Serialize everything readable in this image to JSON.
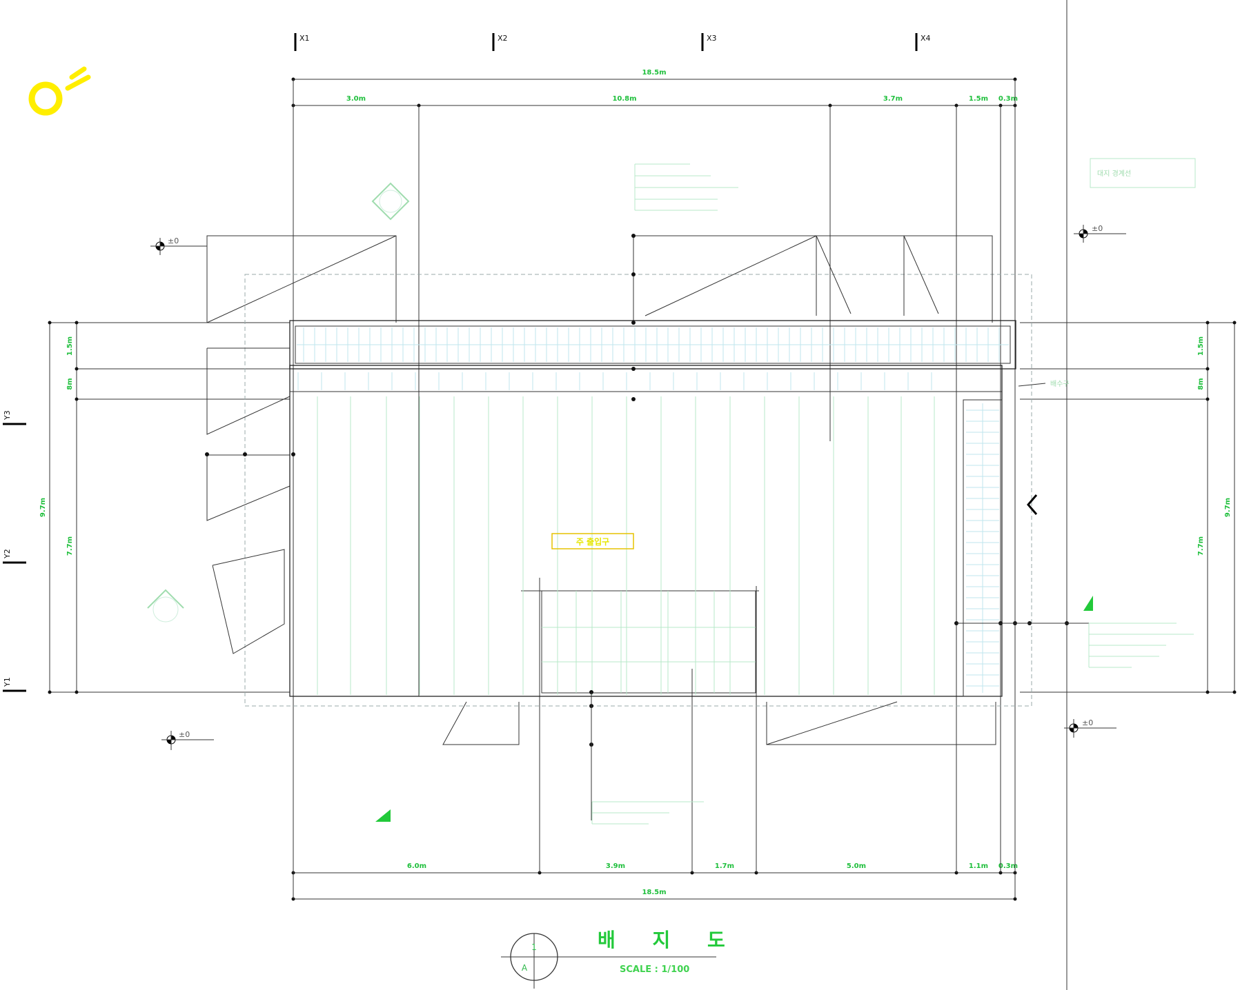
{
  "drawing": {
    "title": "배 지 도",
    "scale_label": "SCALE : 1/100",
    "detail_no": "1",
    "sheet_ref": "A"
  },
  "grid": {
    "x": [
      "X1",
      "X2",
      "X3",
      "X4"
    ],
    "y": [
      "Y1",
      "Y2",
      "Y3"
    ]
  },
  "levels": [
    "±0",
    "±0",
    "±0",
    "±0"
  ],
  "dimensions": {
    "top_total": "18.5m",
    "top_segments": [
      "3.0m",
      "10.8m",
      "3.7m",
      "1.5m",
      "0.3m"
    ],
    "bottom_total": "18.5m",
    "bottom_segments": [
      "6.0m",
      "3.9m",
      "1.7m",
      "5.0m",
      "1.1m",
      "0.3m"
    ],
    "left": [
      "1.5m",
      "8m",
      "7.7m"
    ],
    "left_total": "9.7m",
    "right": [
      "1.5m",
      "8m",
      "7.7m"
    ],
    "right_total": "9.7m"
  },
  "labels": {
    "center_yellow": "주 출입구",
    "corner_box": "대지 경계선",
    "right_note": "배수구"
  },
  "colors": {
    "title": "#22c93a",
    "dimension": "#1fbf3c",
    "north_arrow": "#ffee00",
    "annotation_pale": "#9fdcae"
  }
}
